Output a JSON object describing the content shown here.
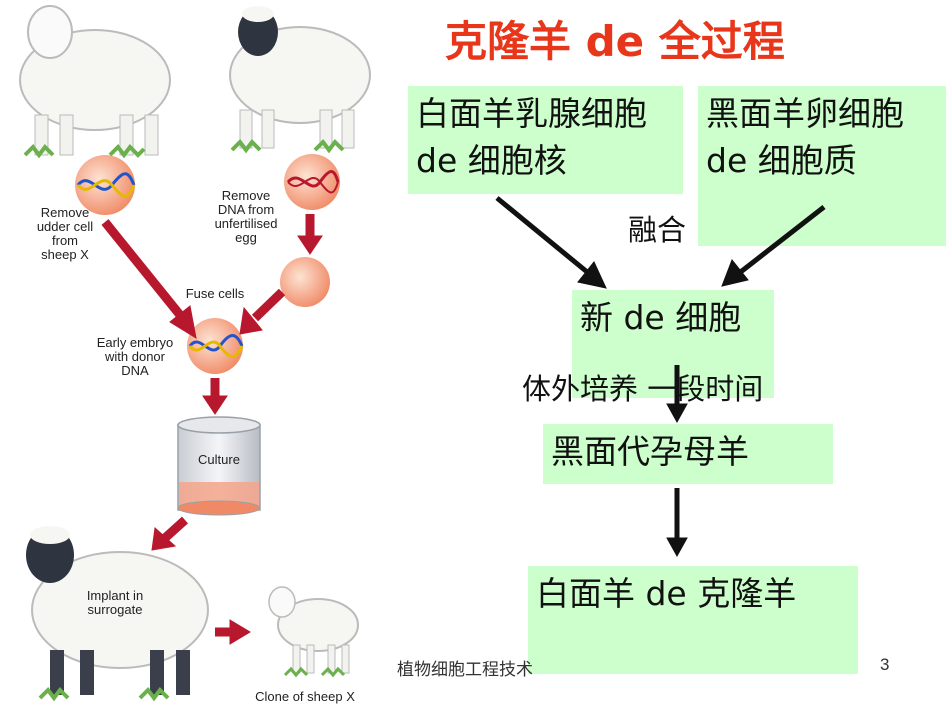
{
  "title": "克隆羊 de 全过程",
  "illustration": {
    "remove_udder": "Remove\nudder cell\nfrom\nsheep X",
    "remove_dna": "Remove\nDNA from\nunfertilised\negg",
    "fuse_cells": "Fuse cells",
    "early_embryo": "Early embryo\nwith donor\nDNA",
    "culture": "Culture",
    "implant": "Implant in\nsurrogate",
    "clone": "Clone of sheep X",
    "colors": {
      "arrow": "#b8182e",
      "cell": "#f6a77e",
      "grass": "#6ab04c"
    }
  },
  "flow": {
    "box_white_cell": "白面羊乳腺细胞 de 细胞核",
    "box_black_egg": "黑面羊卵细胞 de 细胞质",
    "fuse_label": "融合",
    "box_new_cell": "新 de 细胞",
    "culture_label": "体外培养 一段时间",
    "box_surrogate": "黑面代孕母羊",
    "box_clone": "白面羊 de 克隆羊"
  },
  "footer": {
    "text": "植物细胞工程技术",
    "page": "3"
  },
  "colors": {
    "title": "#e8361b",
    "box_bg": "#ccffcc",
    "arrow_black": "#111111"
  }
}
